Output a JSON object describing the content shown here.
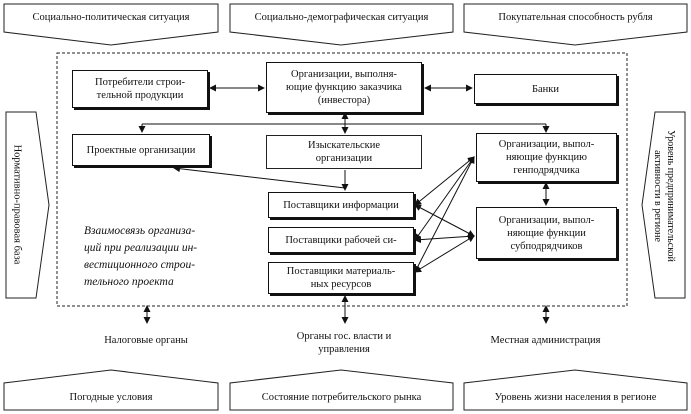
{
  "top_factors": [
    "Социально-политическая ситуация",
    "Социально-демографическая ситуация",
    "Покупательная способность рубля"
  ],
  "bottom_factors": [
    "Погодные условия",
    "Состояние потребительского рынка",
    "Уровень жизни населения в регионе"
  ],
  "left_factor": "Нормативно-правовая база",
  "right_factor": "Уровень предпринимательской активности в регионе",
  "center_caption": "Взаимосвязь организа-\nций при реализации ин-\nвестиционного строи-\nтельного проекта",
  "boxes": {
    "consumers": "Потребители строи-\nтельной продукции",
    "customer": "Организации, выполня-\nющие функцию заказчика\n(инвестора)",
    "banks": "Банки",
    "design": "Проектные организации",
    "survey": "Изыскательские\nорганизации",
    "general_contractor": "Организации, выпол-\nняющие функцию\nгенподрядчика",
    "info_suppliers": "Поставщики информации",
    "labor_suppliers": "Поставщики рабочей си-",
    "subcontractors": "Организации, выпол-\nняющие функции\nсубподрядчиков",
    "material_suppliers": "Поставщики материаль-\nных ресурсов",
    "tax": "Налоговые органы",
    "government": "Органы гос. власти и\nуправления",
    "local_admin": "Местная администрация"
  }
}
